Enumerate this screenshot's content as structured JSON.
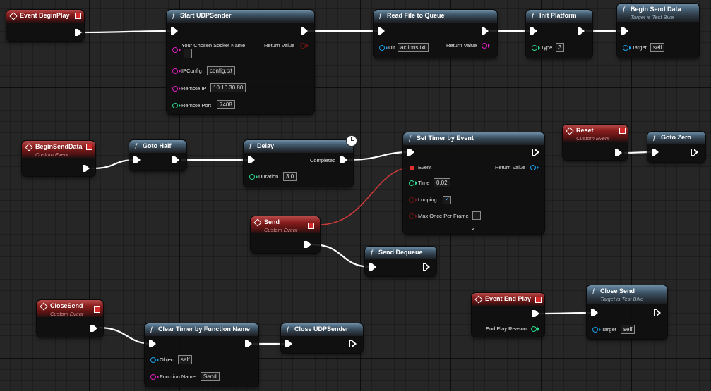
{
  "nodes": {
    "event_beginplay": {
      "title": "Event BeginPlay"
    },
    "start_udp": {
      "title": "Start UDPSender",
      "pins": {
        "socket_name": "Your Chosen Socket Name",
        "return": "Return Value",
        "ipconfig": "IPConfig",
        "ipconfig_value": "config.txt",
        "remote_ip": "Remote IP",
        "remote_ip_value": "10.10.30.80",
        "remote_port": "Remote Port",
        "remote_port_value": "7408"
      }
    },
    "read_file": {
      "title": "Read File to Queue",
      "pins": {
        "dir": "Dir",
        "dir_value": "actions.txt",
        "return": "Return Value"
      }
    },
    "init_platform": {
      "title": "Init Platform",
      "pins": {
        "type": "Type",
        "type_value": "3"
      }
    },
    "begin_send_data": {
      "title": "Begin Send Data",
      "subtitle": "Target is Test Bike",
      "pins": {
        "target": "Target",
        "target_value": "self"
      }
    },
    "begin_send_event": {
      "title": "BeginSendData",
      "subtitle": "Custom Event"
    },
    "goto_half": {
      "title": "Goto Half"
    },
    "delay": {
      "title": "Delay",
      "pins": {
        "completed": "Completed",
        "duration": "Duration",
        "duration_value": "3.0"
      }
    },
    "set_timer": {
      "title": "Set Timer by Event",
      "pins": {
        "event": "Event",
        "return": "Return Value",
        "time": "Time",
        "time_value": "0.02",
        "looping": "Looping",
        "max_once": "Max Once Per Frame"
      }
    },
    "reset_event": {
      "title": "Reset",
      "subtitle": "Custom Event"
    },
    "goto_zero": {
      "title": "Goto Zero"
    },
    "send_event": {
      "title": "Send",
      "subtitle": "Custom Event"
    },
    "send_dequeue": {
      "title": "Send Dequeue"
    },
    "close_send_event": {
      "title": "CloseSend",
      "subtitle": "Custom Event"
    },
    "clear_timer": {
      "title": "Clear Timer by Function Name",
      "pins": {
        "object": "Object",
        "object_value": "self",
        "function_name": "Function Name",
        "function_name_value": "Send"
      }
    },
    "close_udp": {
      "title": "Close UDPSender"
    },
    "event_end_play": {
      "title": "Event End Play",
      "pins": {
        "reason": "End Play Reason"
      }
    },
    "close_send_func": {
      "title": "Close Send",
      "subtitle": "Target is Test Bike",
      "pins": {
        "target": "Target",
        "target_value": "self"
      }
    }
  },
  "colors": {
    "exec_wire": "#ffffff",
    "delegate_wire": "#d03a3a",
    "function_header": "#425a6d",
    "event_header": "#8a1e1e"
  }
}
